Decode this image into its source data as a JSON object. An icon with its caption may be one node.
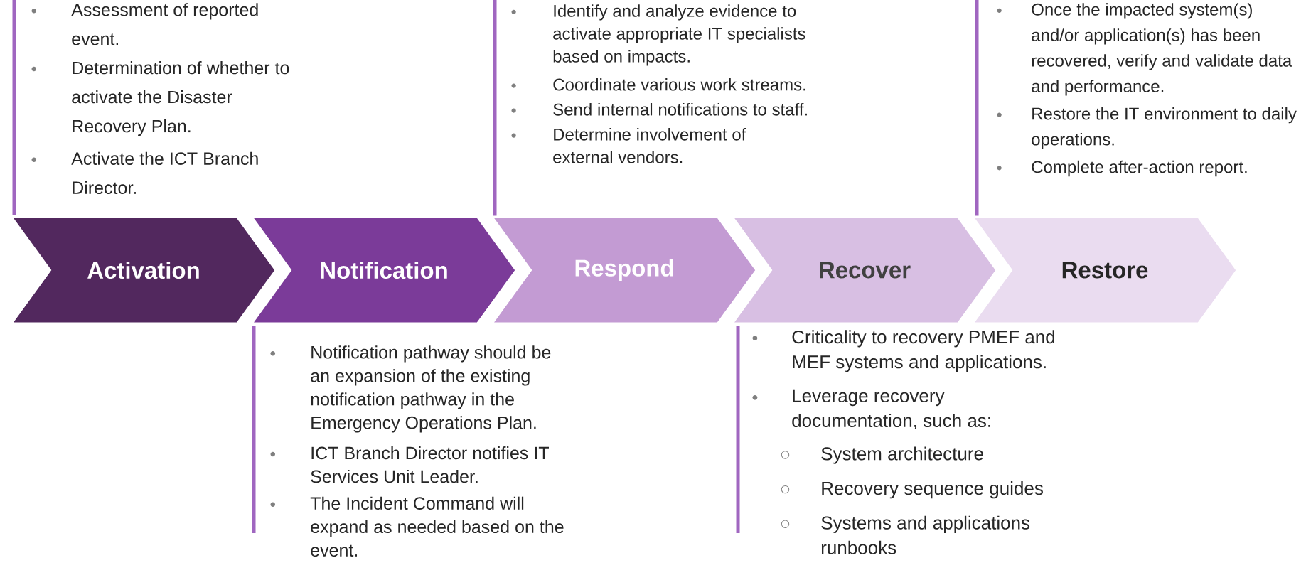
{
  "diagram": {
    "nodes": [
      {
        "text": [
          "Activation"
        ],
        "beside": [
          "Assessment of reported event.",
          "Determination of whether to activate the Disaster Recovery Plan.",
          "Activate the ICT Branch Director."
        ]
      },
      {
        "text": [
          "Notification"
        ],
        "beside": [
          "Notification pathway should be an expansion of the existing notification pathway in the Emergency Operations Plan.",
          "ICT Branch Director notifies IT Services Unit Leader.",
          "The Incident Command will expand as needed based on the event."
        ]
      },
      {
        "text": [
          "Respond"
        ],
        "beside": [
          "Identify and analyze evidence to activate appropriate IT specialists based on impacts.",
          "Coordinate various work streams.",
          "Send internal notifications to staff.",
          "Determine involvement of external vendors."
        ]
      },
      {
        "text": [
          "Recover"
        ],
        "beside": [
          "Criticality to recovery PMEF and MEF systems and applications.",
          "Leverage recovery documentation, such as:",
          "System architecture",
          "Recovery sequence guides",
          "Systems and applications runbooks"
        ]
      },
      {
        "text": [
          "Restore"
        ],
        "beside": [
          "Once the impacted system(s) and/or application(s) has been recovered, verify and validate data and performance.",
          "Restore the IT environment to daily operations.",
          "Complete after-action report."
        ]
      }
    ]
  }
}
